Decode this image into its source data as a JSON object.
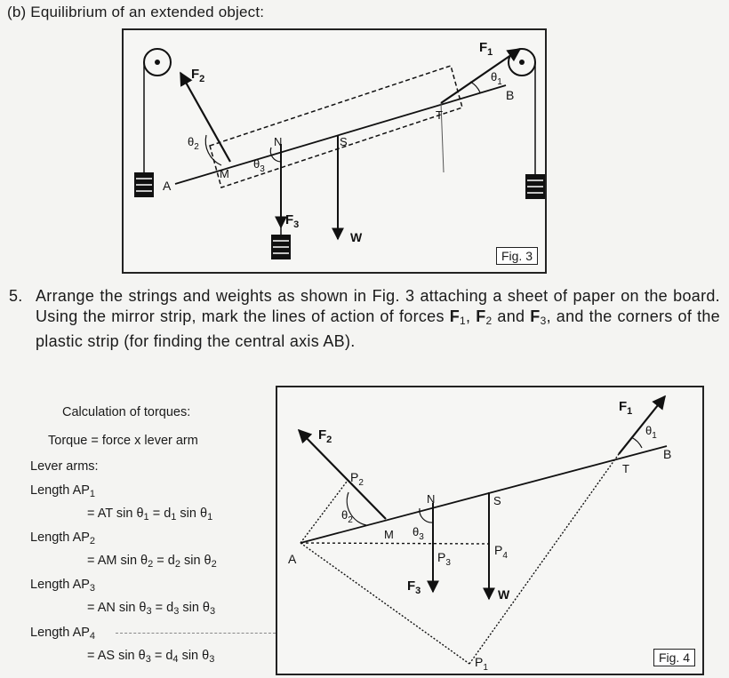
{
  "heading": "(b) Equilibrium of an extended object:",
  "step": {
    "number": "5.",
    "text_a": "Arrange the strings and weights as shown in Fig. 3 attaching a sheet of paper on the board. Using the mirror strip, mark the lines of action of forces ",
    "f1": "F",
    "f1_sub": "1",
    "sep1": ", ",
    "f2": "F",
    "f2_sub": "2",
    "and": " and ",
    "f3": "F",
    "f3_sub": "3",
    "text_b": ", and the corners of the plastic strip (for finding the central axis AB)."
  },
  "fig3": {
    "caption": "Fig. 3",
    "labels": {
      "A": "A",
      "B": "B",
      "M": "M",
      "N": "N",
      "S": "S",
      "T": "T",
      "W": "W",
      "F1": "F",
      "F1s": "1",
      "F2": "F",
      "F2s": "2",
      "F3": "F",
      "F3s": "3",
      "th1": "θ",
      "th1s": "1",
      "th2": "θ",
      "th2s": "2",
      "th3": "θ",
      "th3s": "3"
    }
  },
  "fig4": {
    "caption": "Fig. 4",
    "labels": {
      "A": "A",
      "B": "B",
      "M": "M",
      "N": "N",
      "S": "S",
      "T": "T",
      "W": "W",
      "P1": "P",
      "P1s": "1",
      "P2": "P",
      "P2s": "2",
      "P3": "P",
      "P3s": "3",
      "P4": "P",
      "P4s": "4",
      "F1": "F",
      "F1s": "1",
      "F2": "F",
      "F2s": "2",
      "F3": "F",
      "F3s": "3",
      "th1": "θ",
      "th1s": "1",
      "th2": "θ",
      "th2s": "2",
      "th3": "θ",
      "th3s": "3"
    }
  },
  "calc": {
    "title": "Calculation of torques:",
    "torque": "Torque = force x lever arm",
    "lever_arms": "Lever arms:",
    "rows": [
      {
        "len": "Length AP",
        "len_sub": "1",
        "eq": "= AT sin θ",
        "s1": "1",
        "mid": " = d",
        "s2": "1",
        "tail": " sin θ",
        "s3": "1"
      },
      {
        "len": "Length AP",
        "len_sub": "2",
        "eq": "= AM sin θ",
        "s1": "2",
        "mid": " = d",
        "s2": "2",
        "tail": " sin θ",
        "s3": "2"
      },
      {
        "len": "Length AP",
        "len_sub": "3",
        "eq": "= AN sin θ",
        "s1": "3",
        "mid": " = d",
        "s2": "3",
        "tail": " sin θ",
        "s3": "3"
      },
      {
        "len": "Length AP",
        "len_sub": "4",
        "eq": "= AS sin θ",
        "s1": "3",
        "mid": " = d",
        "s2": "4",
        "tail": " sin θ",
        "s3": "3"
      }
    ]
  }
}
